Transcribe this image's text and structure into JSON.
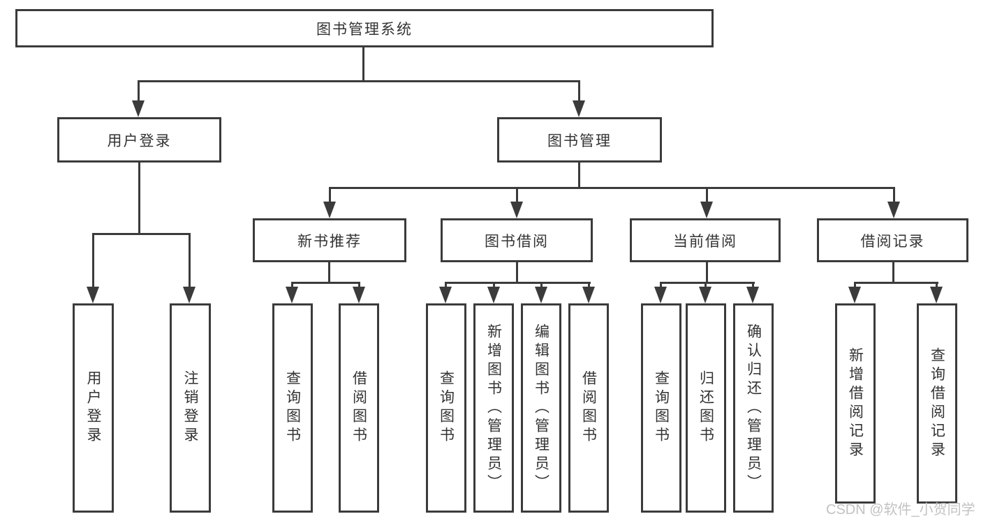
{
  "diagram": {
    "type": "function-structure-tree",
    "root": {
      "label": "图书管理系统"
    },
    "branches": [
      {
        "label": "用户登录",
        "children": [
          {
            "label": "用户登录"
          },
          {
            "label": "注销登录"
          }
        ]
      },
      {
        "label": "图书管理",
        "children": [
          {
            "label": "新书推荐",
            "children": [
              {
                "label": "查询图书"
              },
              {
                "label": "借阅图书"
              }
            ]
          },
          {
            "label": "图书借阅",
            "children": [
              {
                "label": "查询图书"
              },
              {
                "label": "新增图书（管理员）"
              },
              {
                "label": "编辑图书（管理员）"
              },
              {
                "label": "借阅图书"
              }
            ]
          },
          {
            "label": "当前借阅",
            "children": [
              {
                "label": "查询图书"
              },
              {
                "label": "归还图书"
              },
              {
                "label": "确认归还（管理员）"
              }
            ]
          },
          {
            "label": "借阅记录",
            "children": [
              {
                "label": "新增借阅记录"
              },
              {
                "label": "查询借阅记录"
              }
            ]
          }
        ]
      }
    ]
  },
  "watermark": {
    "text": "CSDN @软件_小贺同学"
  },
  "colors": {
    "line": "#3b3b3b",
    "text": "#333333",
    "background": "#ffffff",
    "watermark": "#c2c2c2"
  }
}
